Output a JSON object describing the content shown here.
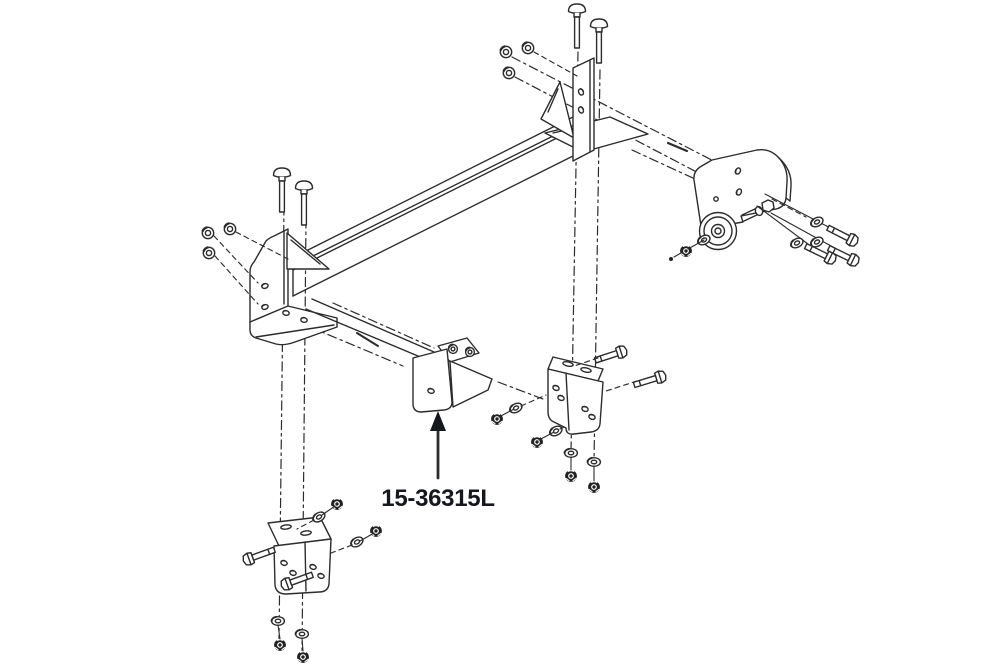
{
  "diagram": {
    "part_label": "15-36315L",
    "background_color": "#ffffff",
    "line_color": "#2c2c2c",
    "label_color": "#14181d",
    "type": "exploded-parts-diagram",
    "parts": [
      "crossbar-channel",
      "left-frame-bracket",
      "right-end-plate",
      "roller-bracket-assembly",
      "center-mount-bracket",
      "lower-left-mount-bracket",
      "lower-right-mount-bracket",
      "carriage-bolt",
      "hex-bolt",
      "flat-washer",
      "hex-nut"
    ]
  }
}
